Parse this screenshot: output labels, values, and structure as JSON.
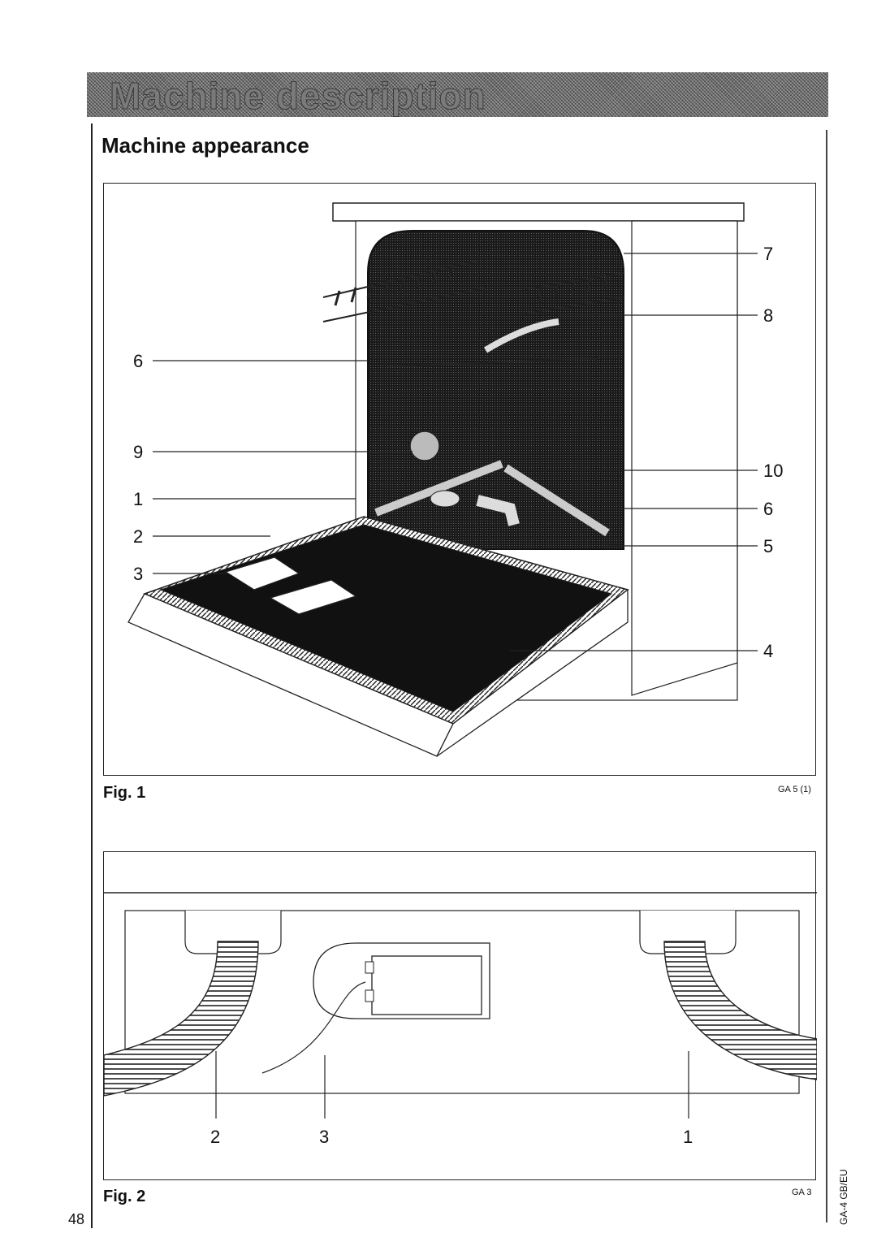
{
  "header": {
    "banner_title": "Machine description"
  },
  "section": {
    "title": "Machine appearance"
  },
  "figure1": {
    "label": "Fig. 1",
    "code": "GA 5 (1)",
    "callouts": [
      "7",
      "8",
      "6",
      "9",
      "1",
      "2",
      "3",
      "10",
      "6",
      "5",
      "4"
    ]
  },
  "figure2": {
    "label": "Fig. 2",
    "code": "GA 3",
    "callouts": [
      "2",
      "3",
      "1"
    ]
  },
  "footer": {
    "page_number": "48",
    "side_code": "GA-4  GB/EU"
  }
}
